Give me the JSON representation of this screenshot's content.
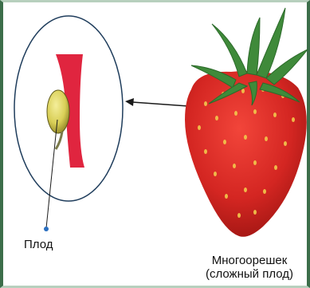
{
  "labels": {
    "single_fruit": "Плод",
    "aggregate_fruit_line1": "Многоорешек",
    "aggregate_fruit_line2": "(сложный плод)"
  },
  "colors": {
    "border": "#3c6e4a",
    "strawberry": "#d42622",
    "receptacle": "#e0253f",
    "achene": "#d9cf57",
    "leaves": "#3f8a3a"
  }
}
